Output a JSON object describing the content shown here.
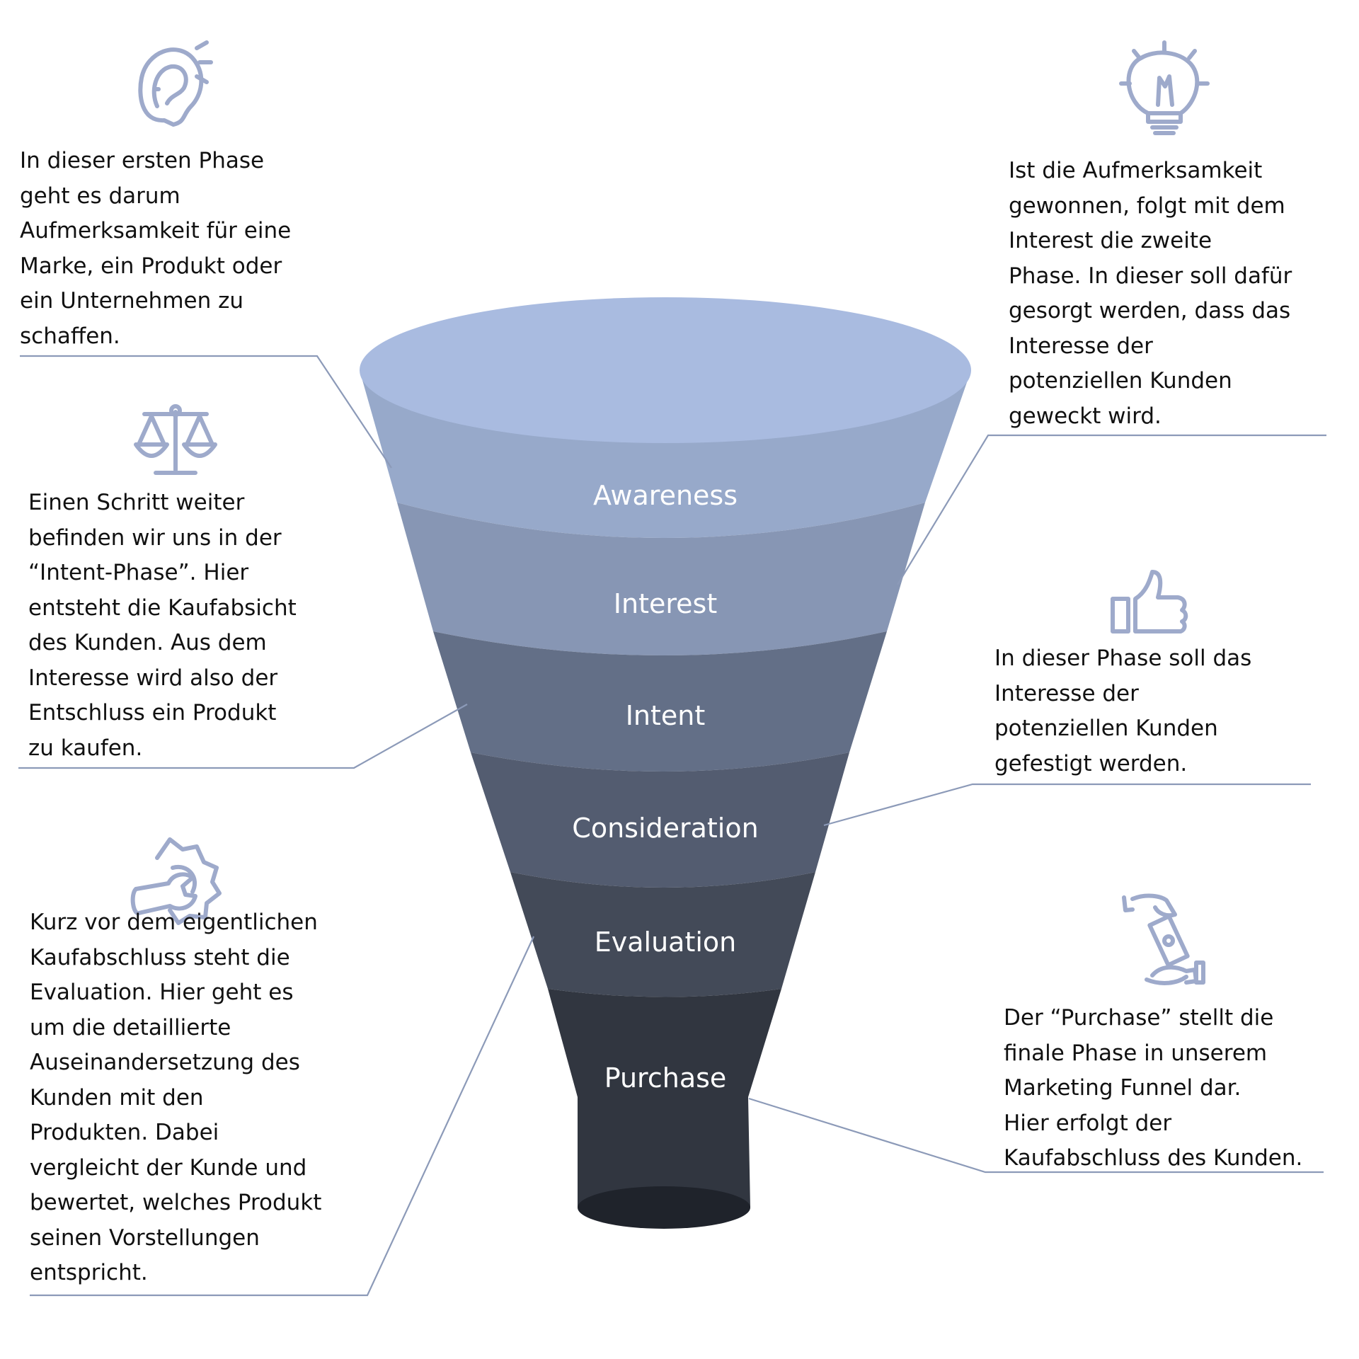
{
  "colors": {
    "icon": "#9eaacb",
    "leader_line": "#8c9ab8",
    "text": "#111111",
    "funnel_top_ellipse": "#a9bbe0",
    "funnel_bottom_ellipse": "#1f232b",
    "stages": [
      "#97a9ca",
      "#8796b4",
      "#636f87",
      "#535c70",
      "#434a58",
      "#313640"
    ]
  },
  "stages": [
    {
      "label": "Awareness"
    },
    {
      "label": "Interest"
    },
    {
      "label": "Intent"
    },
    {
      "label": "Consideration"
    },
    {
      "label": "Evaluation"
    },
    {
      "label": "Purchase"
    }
  ],
  "descriptions": {
    "awareness": {
      "icon": "ear-icon",
      "text": "In dieser ersten Phase\ngeht es darum\nAufmerksamkeit für eine\nMarke, ein Produkt oder\nein Unternehmen zu\nschaffen."
    },
    "interest": {
      "icon": "lightbulb-icon",
      "text": "Ist die Aufmerksamkeit\ngewonnen, folgt mit dem\nInterest die zweite\nPhase. In dieser soll dafür\ngesorgt werden, dass das\nInteresse der\npotenziellen Kunden\ngeweckt wird."
    },
    "intent": {
      "icon": "scales-icon",
      "text": "Einen Schritt weiter\nbefinden wir uns in der\n“Intent-Phase”. Hier\nentsteht die Kaufabsicht\ndes Kunden. Aus dem\nInteresse wird also der\nEntschluss ein Produkt\nzu kaufen."
    },
    "consideration": {
      "icon": "thumbs-up-icon",
      "text": "In dieser Phase soll das\nInteresse der\npotenziellen Kunden\ngefestigt werden."
    },
    "evaluation": {
      "icon": "wrench-gear-icon",
      "text": "Kurz vor dem eigentlichen\nKaufabschluss steht die\nEvaluation. Hier geht es\num die detaillierte\nAuseinandersetzung des\nKunden mit den\nProdukten. Dabei\nvergleicht der Kunde und\nbewertet, welches Produkt\nseinen Vorstellungen\nentspricht."
    },
    "purchase": {
      "icon": "money-hands-icon",
      "text": "Der “Purchase” stellt die\nfinale Phase in unserem\nMarketing Funnel dar.\nHier erfolgt der\nKaufabschluss des Kunden."
    }
  }
}
